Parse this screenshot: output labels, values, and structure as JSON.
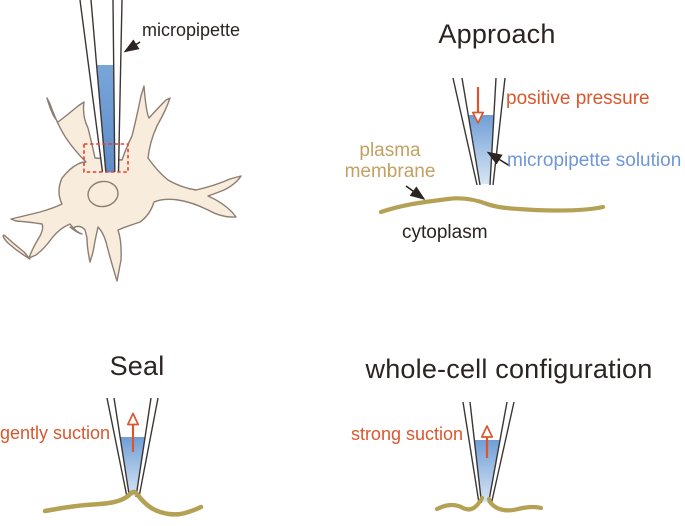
{
  "panels": {
    "neuron_overview": {
      "micropipette_label": "micropipette"
    },
    "approach": {
      "title": "Approach",
      "positive_pressure_label": "positive pressure",
      "plasma_membrane_label": "plasma\nmembrane",
      "micropipette_solution_label": "micropipette solution",
      "cytoplasm_label": "cytoplasm"
    },
    "seal": {
      "title": "Seal",
      "suction_label": "gently suction"
    },
    "whole_cell": {
      "title": "whole-cell configuration",
      "suction_label": "strong suction"
    }
  },
  "colors": {
    "pipette_solution_blue": "#6f9ed6",
    "membrane_tan": "#b5a153",
    "suction_orange": "#d9572e",
    "blue_label_text": "#6e96d8",
    "tan_label_text": "#c2a163",
    "neuron_fill": "#f8ecdc",
    "neuron_outline": "#8d7d72",
    "highlight_box_red": "#e8402a",
    "text_black": "#2b2422"
  }
}
